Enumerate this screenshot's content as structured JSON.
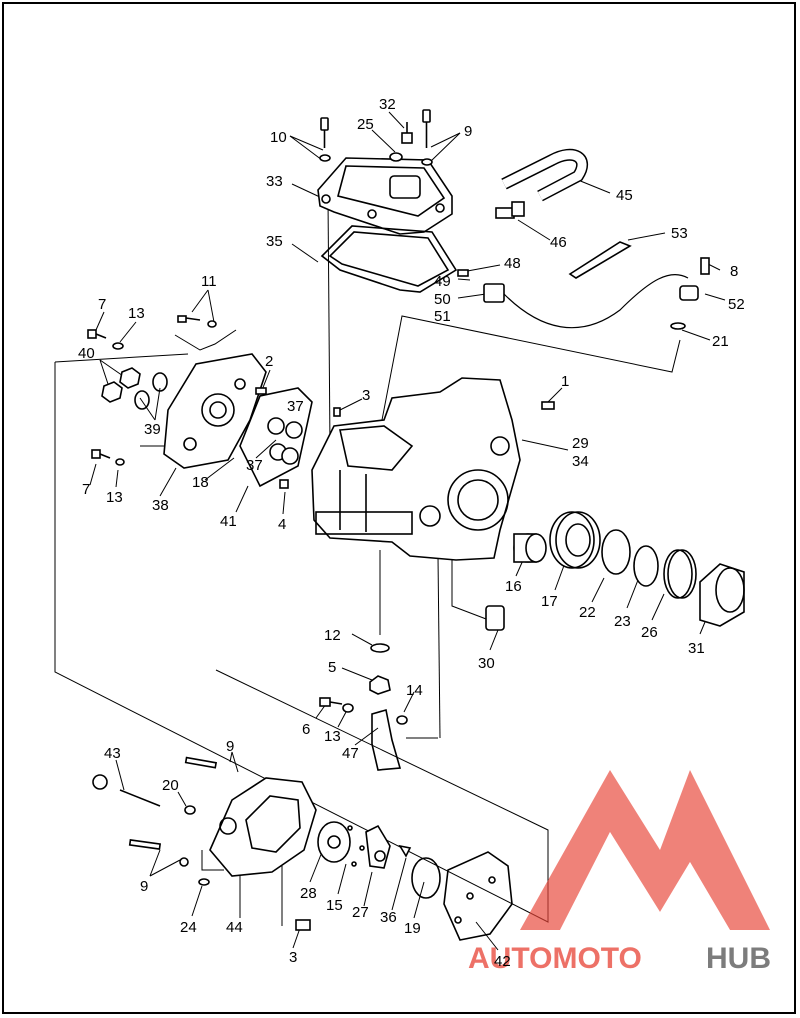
{
  "diagram": {
    "callouts": [
      {
        "id": "c10",
        "text": "10"
      },
      {
        "id": "c32",
        "text": "32"
      },
      {
        "id": "c25",
        "text": "25"
      },
      {
        "id": "c9a",
        "text": "9"
      },
      {
        "id": "c33",
        "text": "33"
      },
      {
        "id": "c45",
        "text": "45"
      },
      {
        "id": "c46",
        "text": "46"
      },
      {
        "id": "c53",
        "text": "53"
      },
      {
        "id": "c35",
        "text": "35"
      },
      {
        "id": "c48",
        "text": "48"
      },
      {
        "id": "c49",
        "text": "49"
      },
      {
        "id": "c8",
        "text": "8"
      },
      {
        "id": "c50",
        "text": "50"
      },
      {
        "id": "c51",
        "text": "51"
      },
      {
        "id": "c52",
        "text": "52"
      },
      {
        "id": "c11",
        "text": "11"
      },
      {
        "id": "c7a",
        "text": "7"
      },
      {
        "id": "c13a",
        "text": "13"
      },
      {
        "id": "c21",
        "text": "21"
      },
      {
        "id": "c40",
        "text": "40"
      },
      {
        "id": "c2",
        "text": "2"
      },
      {
        "id": "c1",
        "text": "1"
      },
      {
        "id": "c3a",
        "text": "3"
      },
      {
        "id": "c37a",
        "text": "37"
      },
      {
        "id": "c39",
        "text": "39"
      },
      {
        "id": "c29",
        "text": "29"
      },
      {
        "id": "c34",
        "text": "34"
      },
      {
        "id": "c37b",
        "text": "37"
      },
      {
        "id": "c18",
        "text": "18"
      },
      {
        "id": "c7b",
        "text": "7"
      },
      {
        "id": "c13b",
        "text": "13"
      },
      {
        "id": "c38",
        "text": "38"
      },
      {
        "id": "c41",
        "text": "41"
      },
      {
        "id": "c4",
        "text": "4"
      },
      {
        "id": "c16",
        "text": "16"
      },
      {
        "id": "c17",
        "text": "17"
      },
      {
        "id": "c22",
        "text": "22"
      },
      {
        "id": "c23",
        "text": "23"
      },
      {
        "id": "c26",
        "text": "26"
      },
      {
        "id": "c31",
        "text": "31"
      },
      {
        "id": "c12",
        "text": "12"
      },
      {
        "id": "c30",
        "text": "30"
      },
      {
        "id": "c5",
        "text": "5"
      },
      {
        "id": "c14",
        "text": "14"
      },
      {
        "id": "c6",
        "text": "6"
      },
      {
        "id": "c13c",
        "text": "13"
      },
      {
        "id": "c47",
        "text": "47"
      },
      {
        "id": "c43",
        "text": "43"
      },
      {
        "id": "c9b",
        "text": "9"
      },
      {
        "id": "c20",
        "text": "20"
      },
      {
        "id": "c9c",
        "text": "9"
      },
      {
        "id": "c28",
        "text": "28"
      },
      {
        "id": "c15",
        "text": "15"
      },
      {
        "id": "c27",
        "text": "27"
      },
      {
        "id": "c36",
        "text": "36"
      },
      {
        "id": "c19",
        "text": "19"
      },
      {
        "id": "c24",
        "text": "24"
      },
      {
        "id": "c44",
        "text": "44"
      },
      {
        "id": "c3b",
        "text": "3"
      },
      {
        "id": "c42",
        "text": "42"
      }
    ]
  },
  "watermark": {
    "brand_part1": "AUTOMOTO",
    "brand_part2": "HUB",
    "color_primary": "#e8473a",
    "color_accent": "#f2b233",
    "color_text_dark": "#555555"
  },
  "colors": {
    "line": "#000000",
    "background": "#ffffff"
  }
}
